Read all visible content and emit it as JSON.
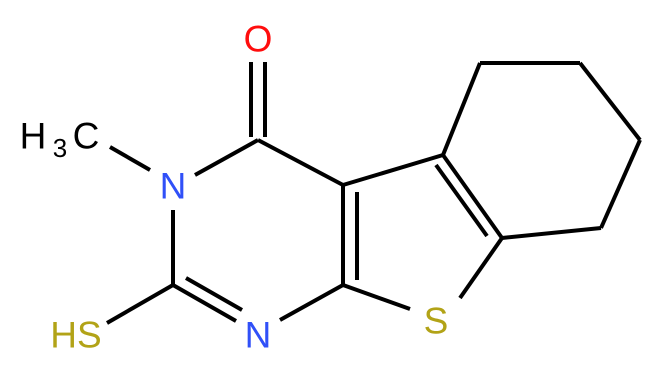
{
  "atoms": {
    "oxygen": {
      "text": "O",
      "color": "#ff0d0d"
    },
    "methyl_h": {
      "text": "H",
      "color": "#000000"
    },
    "methyl_sub": {
      "text": "3",
      "color": "#000000"
    },
    "methyl_c": {
      "text": "C",
      "color": "#000000"
    },
    "n3": {
      "text": "N",
      "color": "#3050f8"
    },
    "n1": {
      "text": "N",
      "color": "#3050f8"
    },
    "s_ring": {
      "text": "S",
      "color": "#b2a317"
    },
    "sh": {
      "text": "HS",
      "color": "#b2a317"
    }
  },
  "colors": {
    "bond": "#000000",
    "background": "#ffffff"
  }
}
